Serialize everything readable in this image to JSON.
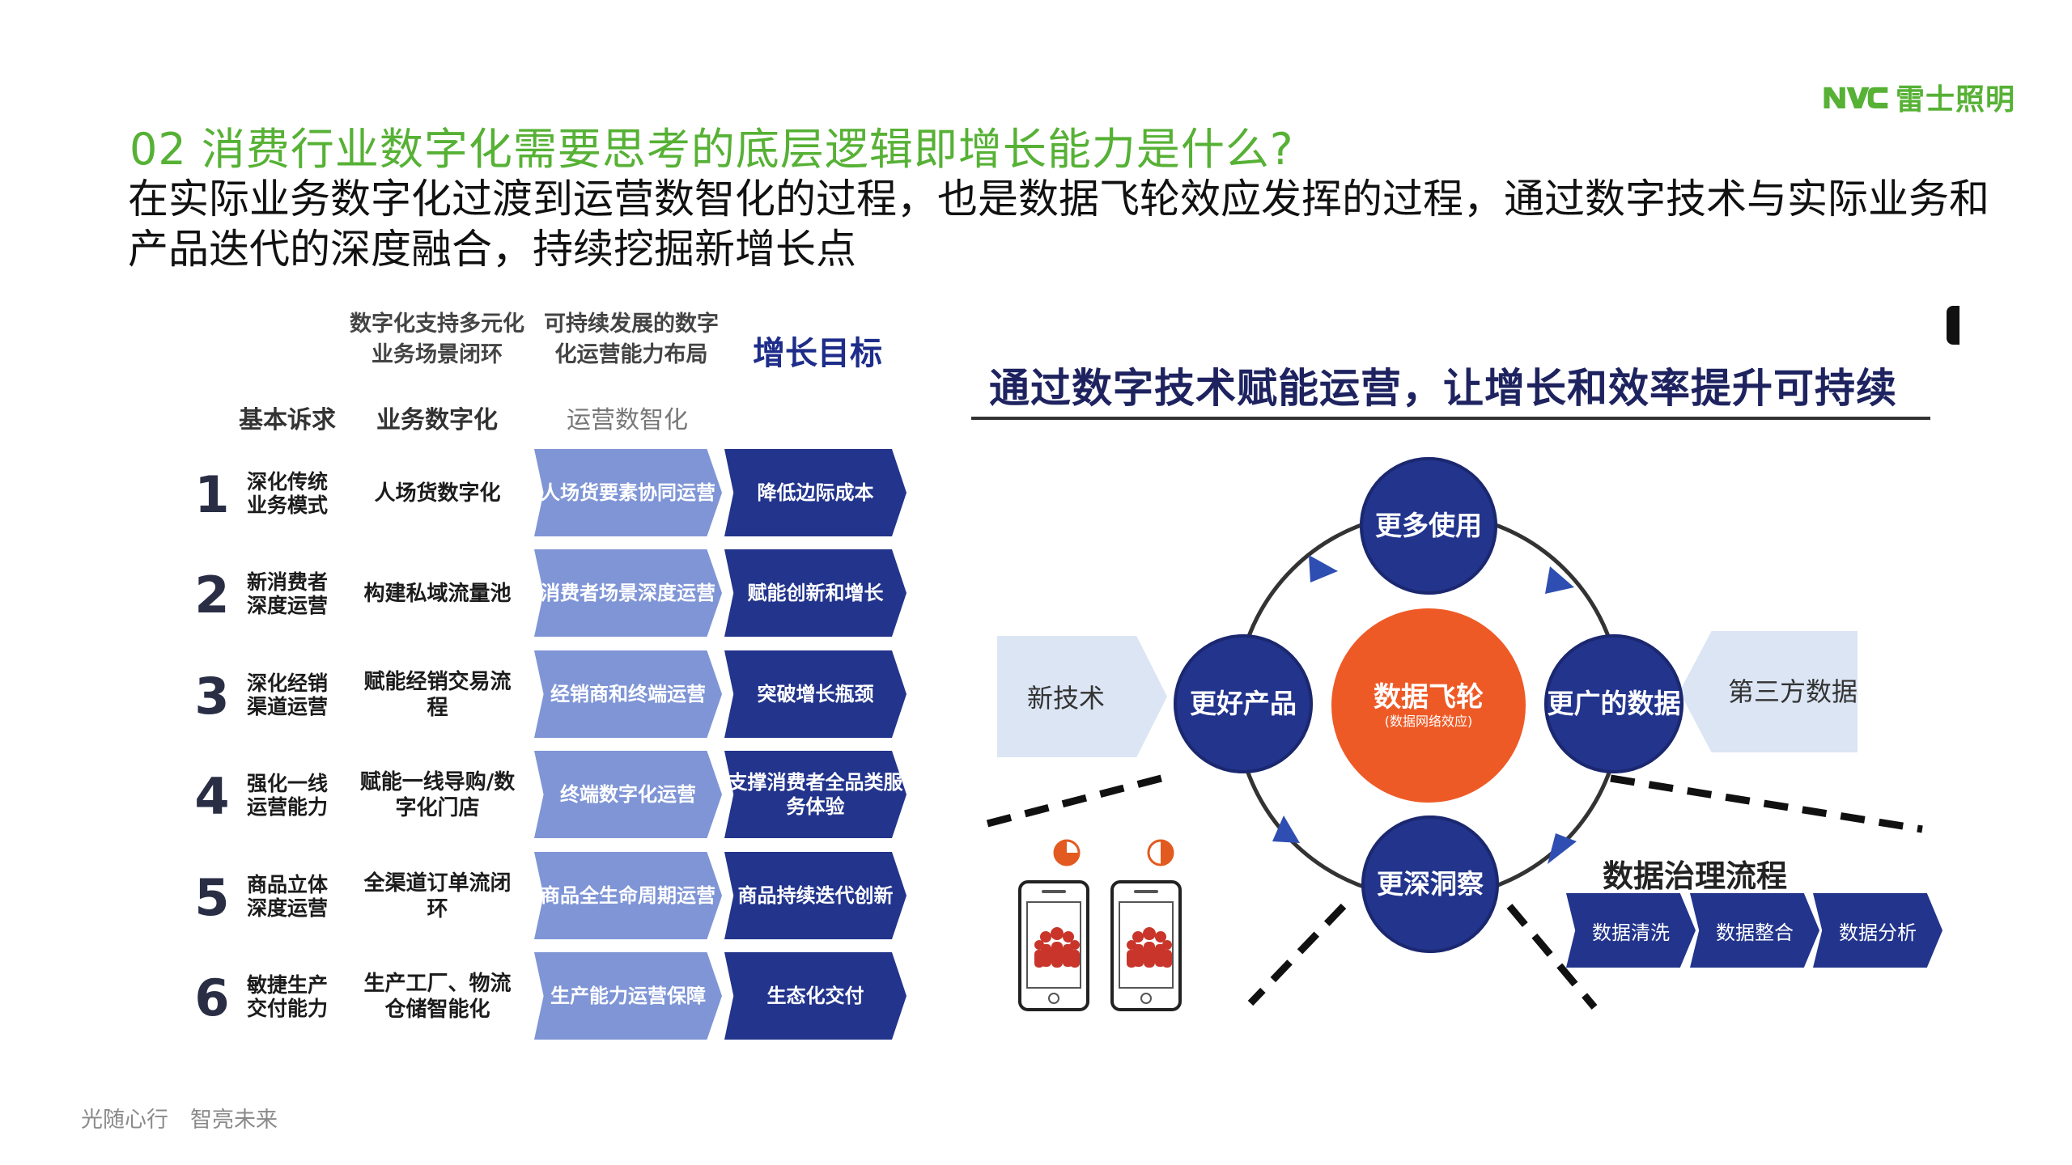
{
  "header": {
    "title": "02 消费行业数字化需要思考的底层逻辑即增长能力是什么?",
    "subtitle": "在实际业务数字化过渡到运营数智化的过程，也是数据飞轮效应发挥的过程，通过数字技术与实际业务和产品迭代的深度融合，持续挖掘新增长点",
    "logo_text": "雷士照明",
    "brand_color": "#56b135"
  },
  "table": {
    "col_biz_top": "数字化支持多元化业务场景闭环",
    "col_ops_top": "可持续发展的数字化运营能力布局",
    "col_goal_top": "增长目标",
    "sub_need": "基本诉求",
    "sub_biz": "业务数字化",
    "sub_ops": "运营数智化",
    "rows": [
      {
        "num": "1",
        "need": "深化传统业务模式",
        "biz": "人场货数字化",
        "ops": "人场货要素协同运营",
        "goal": "降低边际成本"
      },
      {
        "num": "2",
        "need": "新消费者深度运营",
        "biz": "构建私域流量池",
        "ops": "消费者场景深度运营",
        "goal": "赋能创新和增长"
      },
      {
        "num": "3",
        "need": "深化经销渠道运营",
        "biz": "赋能经销交易流程",
        "ops": "经销商和终端运营",
        "goal": "突破增长瓶颈"
      },
      {
        "num": "4",
        "need": "强化一线运营能力",
        "biz": "赋能一线导购/数字化门店",
        "ops": "终端数字化运营",
        "goal": "支撑消费者全品类服务体验"
      },
      {
        "num": "5",
        "need": "商品立体深度运营",
        "biz": "全渠道订单流闭环",
        "ops": "商品全生命周期运营",
        "goal": "商品持续迭代创新"
      },
      {
        "num": "6",
        "need": "敏捷生产交付能力",
        "biz": "生产工厂、物流仓储智能化",
        "ops": "生产能力运营保障",
        "goal": "生态化交付"
      }
    ],
    "colors": {
      "light": "#7f95d6",
      "dark": "#22348c"
    }
  },
  "diagram": {
    "title": "通过数字技术赋能运营，让增长和效率提升可持续",
    "center_main": "数据飞轮",
    "center_sub": "(数据网络效应)",
    "node_top": "更多使用",
    "node_left": "更好产品",
    "node_right": "更广的数据",
    "node_bottom": "更深洞察",
    "input_left": "新技术",
    "input_right": "第三方数据",
    "governance_title": "数据治理流程",
    "governance_steps": [
      "数据清洗",
      "数据整合",
      "数据分析"
    ],
    "colors": {
      "node": "#22348c",
      "center": "#ee5a26",
      "input": "#dbe5f4"
    }
  },
  "footer": {
    "slogan": "光随心行　智亮未来"
  }
}
